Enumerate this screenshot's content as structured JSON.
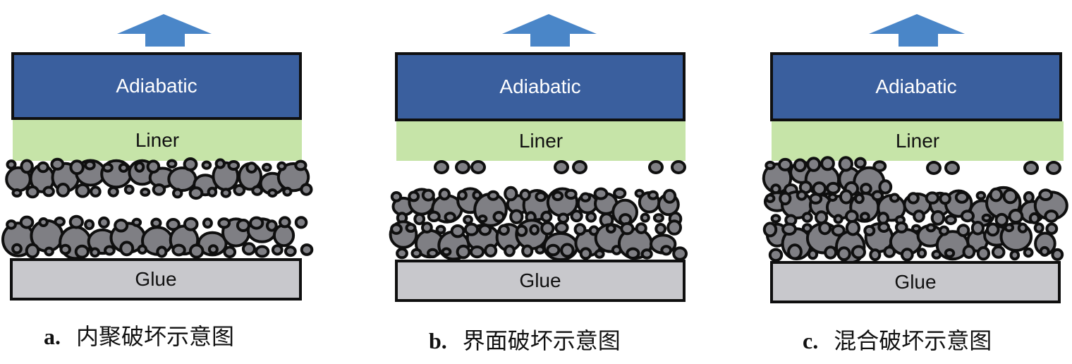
{
  "panels": [
    {
      "top_label": "Adiabatic",
      "middle_label": "Liner",
      "bottom_label": "Glue",
      "caption_letter": "a.",
      "caption_text": "内聚破坏示意图"
    },
    {
      "top_label": "Adiabatic",
      "middle_label": "Liner",
      "bottom_label": "Glue",
      "caption_letter": "b.",
      "caption_text": "界面破坏示意图"
    },
    {
      "top_label": "Adiabatic",
      "middle_label": "Liner",
      "bottom_label": "Glue",
      "caption_letter": "c.",
      "caption_text": "混合破坏示意图"
    }
  ],
  "colors": {
    "adiabatic": "#3a5f9e",
    "liner": "#c6e4a8",
    "glue": "#c8c8cc",
    "arrow": "#4a86c8",
    "particle": "#7f7f84",
    "outline": "#0f0f0f"
  },
  "icons": [
    "up-arrow-icon"
  ]
}
